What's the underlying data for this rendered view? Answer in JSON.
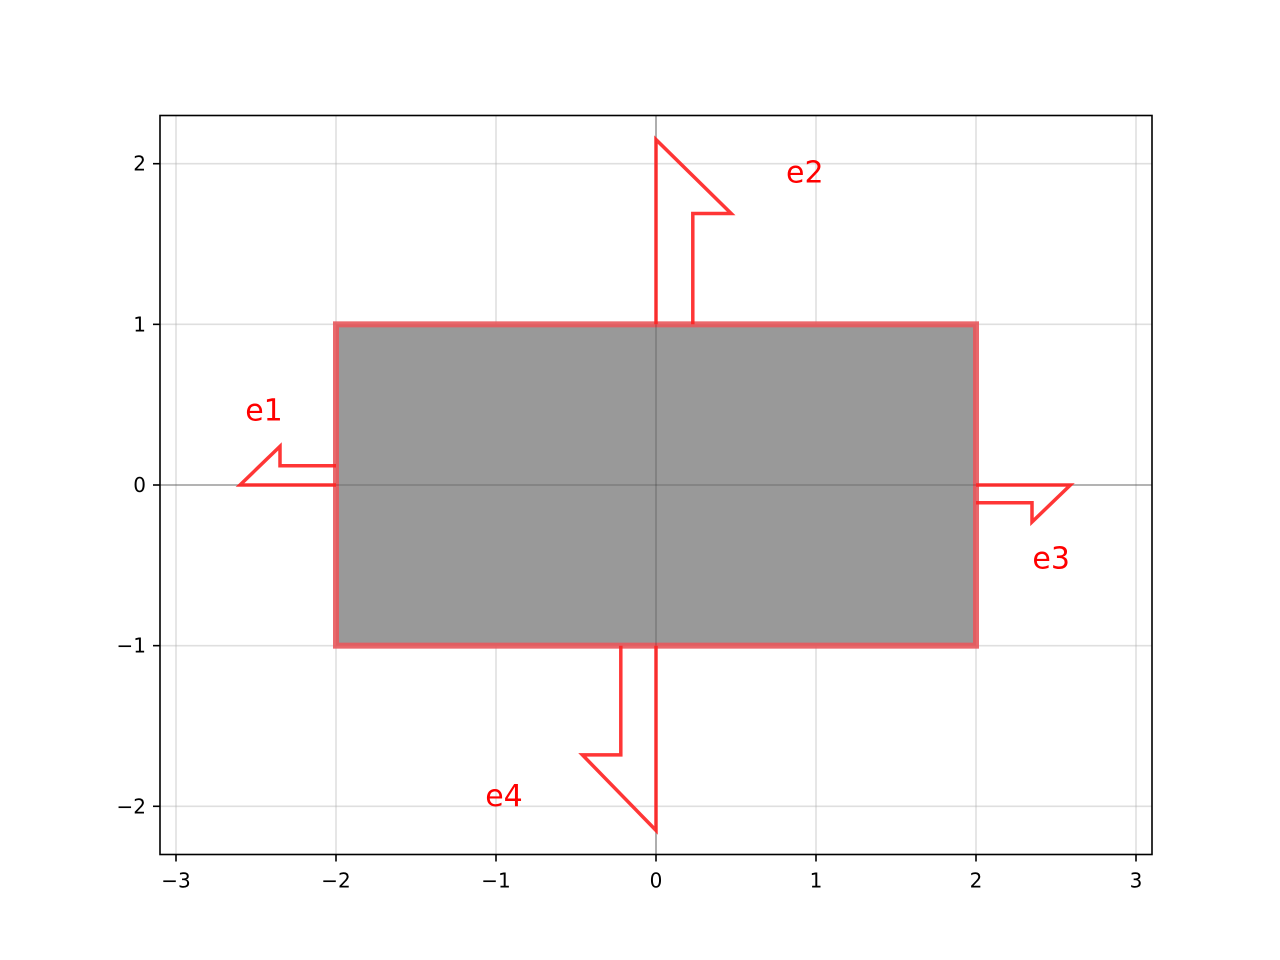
{
  "chart_data": {
    "type": "diagram",
    "title": "",
    "xlabel": "",
    "ylabel": "",
    "xlim": [
      -3.1,
      3.1
    ],
    "ylim": [
      -2.3,
      2.3
    ],
    "grid": true,
    "xticks": [
      -3,
      -2,
      -1,
      0,
      1,
      2,
      3
    ],
    "yticks": [
      -2,
      -1,
      0,
      1,
      2
    ],
    "xtick_labels": [
      "−3",
      "−2",
      "−1",
      "0",
      "1",
      "2",
      "3"
    ],
    "ytick_labels": [
      "−2",
      "−1",
      "0",
      "1",
      "2"
    ],
    "axis_lines": {
      "x": 0,
      "y": 0
    },
    "rectangle": {
      "x_range": [
        -2,
        2
      ],
      "y_range": [
        -1,
        1
      ],
      "fill_color": "#999999",
      "edge_color": "#e8585c"
    },
    "arrows": [
      {
        "label": "e1",
        "label_at": [
          -2.45,
          0.47
        ],
        "polygon": [
          [
            -2,
            0.12
          ],
          [
            -2.35,
            0.12
          ],
          [
            -2.35,
            0.24
          ],
          [
            -2.6,
            0
          ],
          [
            -2,
            0
          ]
        ]
      },
      {
        "label": "e2",
        "label_at": [
          0.93,
          1.95
        ],
        "polygon": [
          [
            0,
            1
          ],
          [
            0,
            2.15
          ],
          [
            0.47,
            1.69
          ],
          [
            0.23,
            1.69
          ],
          [
            0.23,
            1
          ]
        ]
      },
      {
        "label": "e3",
        "label_at": [
          2.47,
          -0.45
        ],
        "polygon": [
          [
            2,
            -0.11
          ],
          [
            2.35,
            -0.11
          ],
          [
            2.35,
            -0.23
          ],
          [
            2.59,
            0
          ],
          [
            2,
            0
          ]
        ]
      },
      {
        "label": "e4",
        "label_at": [
          -0.95,
          -1.93
        ],
        "polygon": [
          [
            0,
            -1
          ],
          [
            0,
            -2.15
          ],
          [
            -0.46,
            -1.68
          ],
          [
            -0.22,
            -1.68
          ],
          [
            -0.22,
            -1
          ]
        ]
      }
    ],
    "arrow_color": "#ff2020",
    "label_color": "#ff0000"
  }
}
